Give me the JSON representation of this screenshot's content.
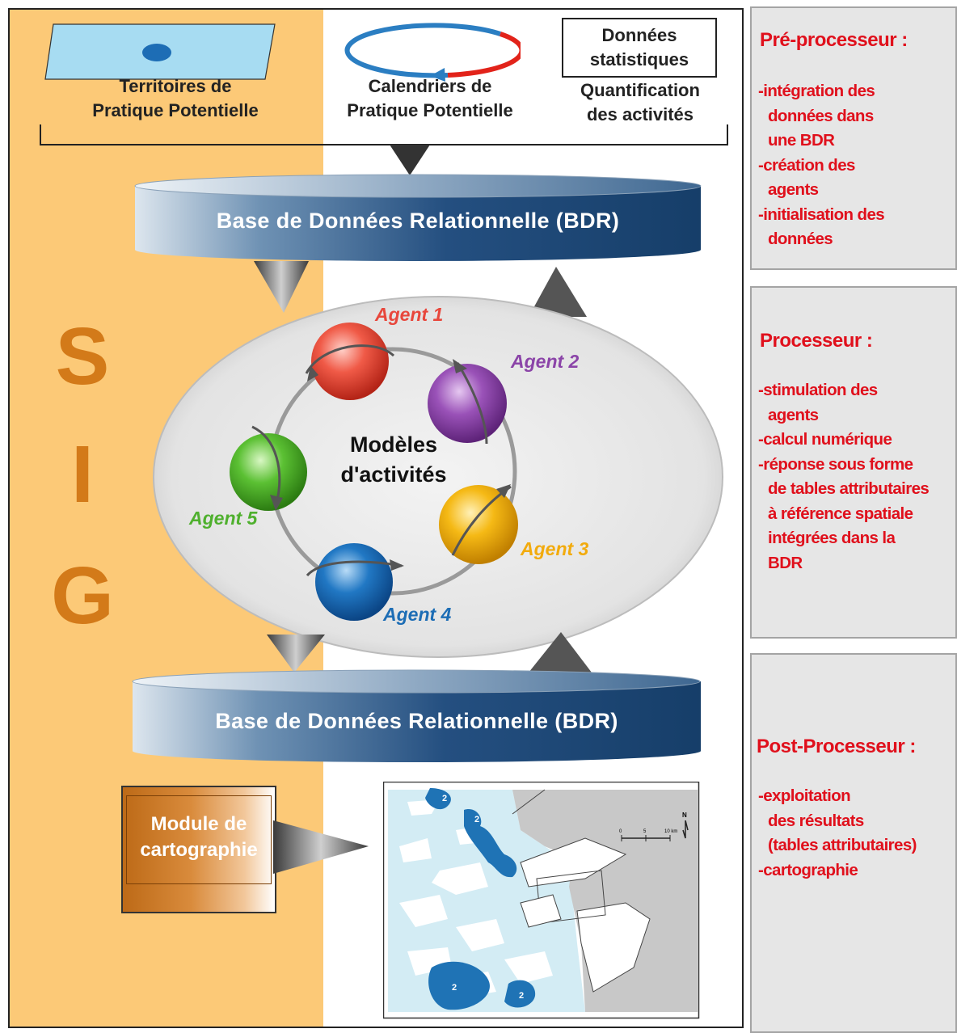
{
  "inputs": {
    "territoires": "Territoires de\nPratique Potentielle",
    "calendriers": "Calendriers de\nPratique Potentielle",
    "donnees_stats": "Données\nstatistiques",
    "quantification": "Quantification\ndes activités"
  },
  "bdr_top": "Base de Données Relationnelle (BDR)",
  "bdr_bottom": "Base de Données Relationnelle (BDR)",
  "sig": [
    "S",
    "I",
    "G"
  ],
  "model_label": "Modèles\nd'activités",
  "agents": [
    {
      "label": "Agent 1",
      "color": "#e8473c"
    },
    {
      "label": "Agent 2",
      "color": "#8b44a8"
    },
    {
      "label": "Agent 3",
      "color": "#f2ab0d"
    },
    {
      "label": "Agent 4",
      "color": "#1d6db5"
    },
    {
      "label": "Agent 5",
      "color": "#4fb02e"
    }
  ],
  "module": "Module de\ncartographie",
  "map": {
    "zone_labels": [
      "2",
      "2",
      "2",
      "2"
    ],
    "scale_ticks": [
      "0",
      "5",
      "10 km"
    ],
    "north": "N"
  },
  "panels": {
    "pre": {
      "title": "Pré-processeur :",
      "items": [
        [
          "intégration des",
          "données dans",
          "une BDR"
        ],
        [
          "création des",
          "agents"
        ],
        [
          "initialisation des",
          "données"
        ]
      ]
    },
    "proc": {
      "title": "Processeur :",
      "items": [
        [
          "stimulation des",
          "agents"
        ],
        [
          "calcul numérique"
        ],
        [
          "réponse sous forme",
          "de tables attributaires",
          "à référence spatiale",
          "intégrées dans la",
          "BDR"
        ]
      ]
    },
    "post": {
      "title": "Post-Processeur :",
      "items": [
        [
          "exploitation",
          "des résultats",
          "(tables attributaires)"
        ],
        [
          "cartographie"
        ]
      ]
    }
  },
  "colors": {
    "accent_red": "#e0101c",
    "band_orange": "#fcc977",
    "sig_orange": "#d37a19",
    "bdr_dark": "#1d4e7d",
    "water_blue": "#1f73b5",
    "sea_light": "#d3ecf4"
  }
}
